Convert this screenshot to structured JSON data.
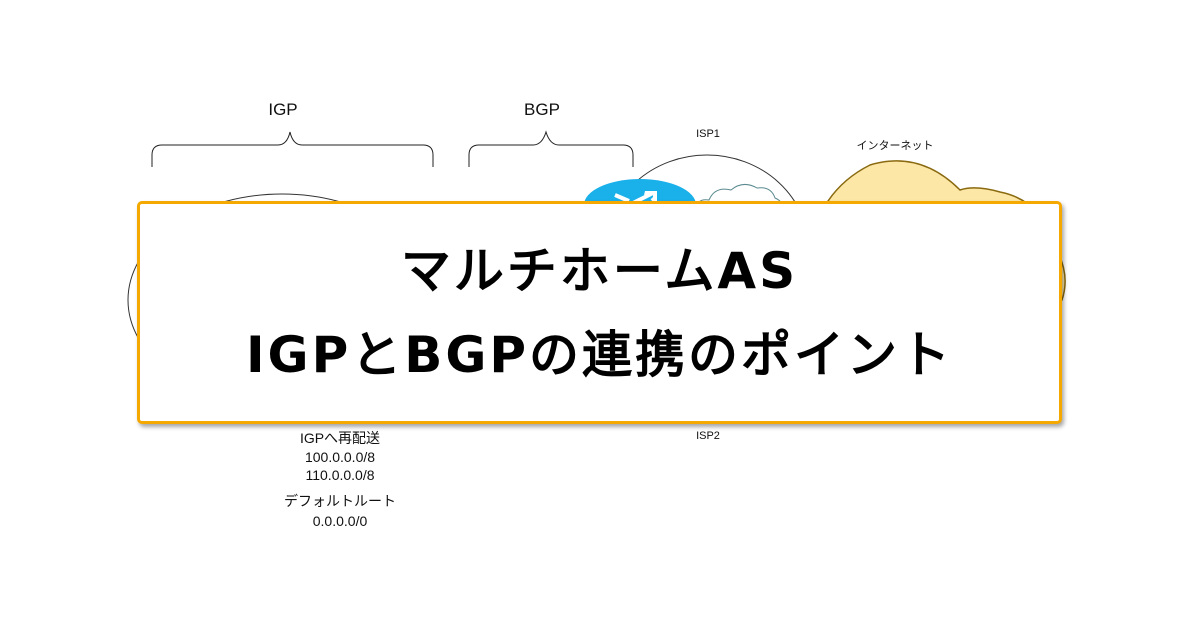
{
  "diagram": {
    "brace_labels": {
      "igp": "IGP",
      "bgp": "BGP"
    },
    "isp1_label": "ISP1",
    "isp2_label": "ISP2",
    "internet_label": "インターネット",
    "redistribute_label": "IGPへ再配送",
    "redistributed_routes": [
      "100.0.0.0/8",
      "110.0.0.0/8"
    ],
    "default_route_label": "デフォルトルート",
    "default_route_value": "0.0.0.0/0",
    "colors": {
      "router": "#1ab0ea",
      "internet_fill": "#fde7a6",
      "internet_stroke": "#8a6a10"
    }
  },
  "banner": {
    "line1": "マルチホームAS",
    "line2": "IGPとBGPの連携のポイント",
    "border_color": "#f5a800"
  }
}
